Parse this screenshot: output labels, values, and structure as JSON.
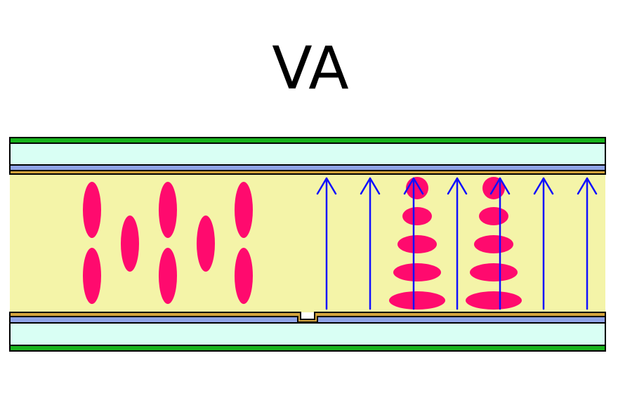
{
  "title": "VA",
  "colors": {
    "glass": "#d9fff4",
    "polarizer": "#17b31c",
    "electrode": "#8fa3e6",
    "alignment_layer": "#d4a43c",
    "liquid_crystal": "#f4f4a8",
    "molecule": "#ff0a6e",
    "field_arrow": "#1010ff",
    "outline": "#000000"
  },
  "icons": {
    "molecule": "ellipse",
    "field_line": "arrow-up"
  },
  "off_state": {
    "molecule_orientation": "vertical"
  },
  "on_state": {
    "field_direction": "up",
    "molecule_orientation": "horizontal-tilt"
  }
}
